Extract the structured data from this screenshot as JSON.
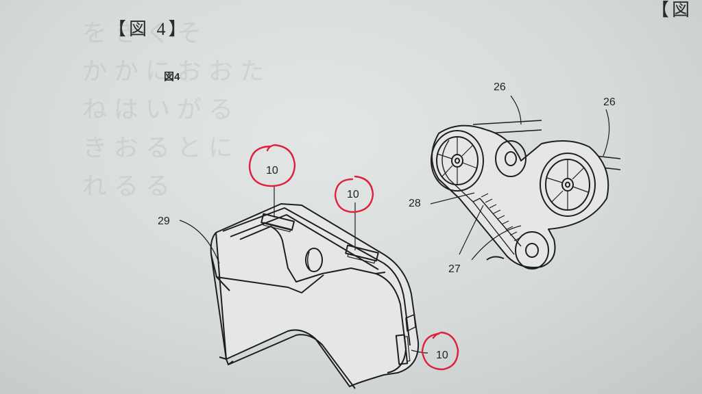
{
  "header": {
    "label": "【図 4】",
    "right_label": "【図"
  },
  "figure": {
    "caption": "図4",
    "reference_numerals": {
      "cover_slot_top": "10",
      "cover_slot_middle": "10",
      "cover_slot_side": "10",
      "cover": "29",
      "shaft_left": "26",
      "shaft_right": "26",
      "belt_outer": "28",
      "belt_teeth": "27"
    },
    "annotation_color": "#e0203a"
  },
  "bleed_through_text": "をきくそ\nかかにおおた\nねはいがる\nきおるとに\nれるる\n"
}
